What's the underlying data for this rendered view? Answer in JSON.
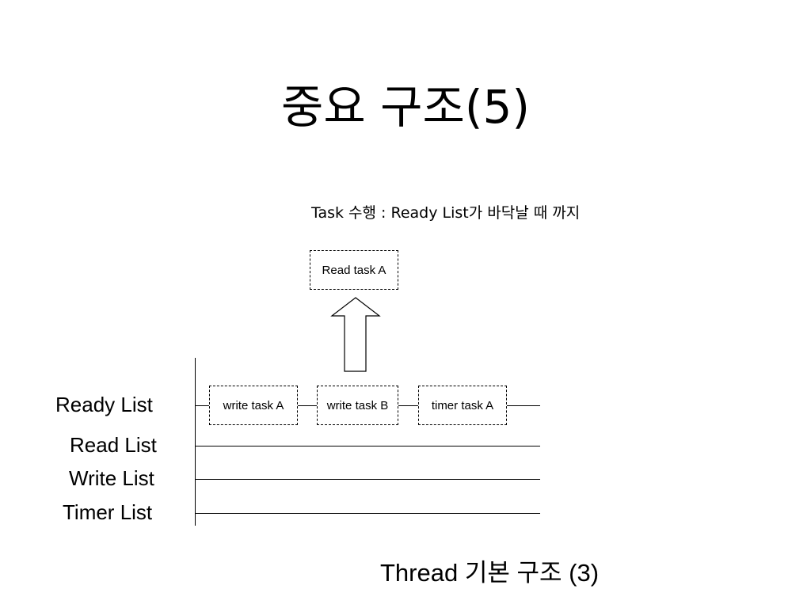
{
  "title": "중요 구조(5)",
  "caption": "Task 수행 : Ready List가 바닥날 때 까지",
  "popped_task": {
    "label": "Read task A"
  },
  "lists": {
    "ready": "Ready List",
    "read": "Read List",
    "write": "Write List",
    "timer": "Timer List"
  },
  "ready_tasks": [
    {
      "label": "write task A"
    },
    {
      "label": "write task B"
    },
    {
      "label": "timer task A"
    }
  ],
  "footer": "Thread 기본 구조 (3)"
}
